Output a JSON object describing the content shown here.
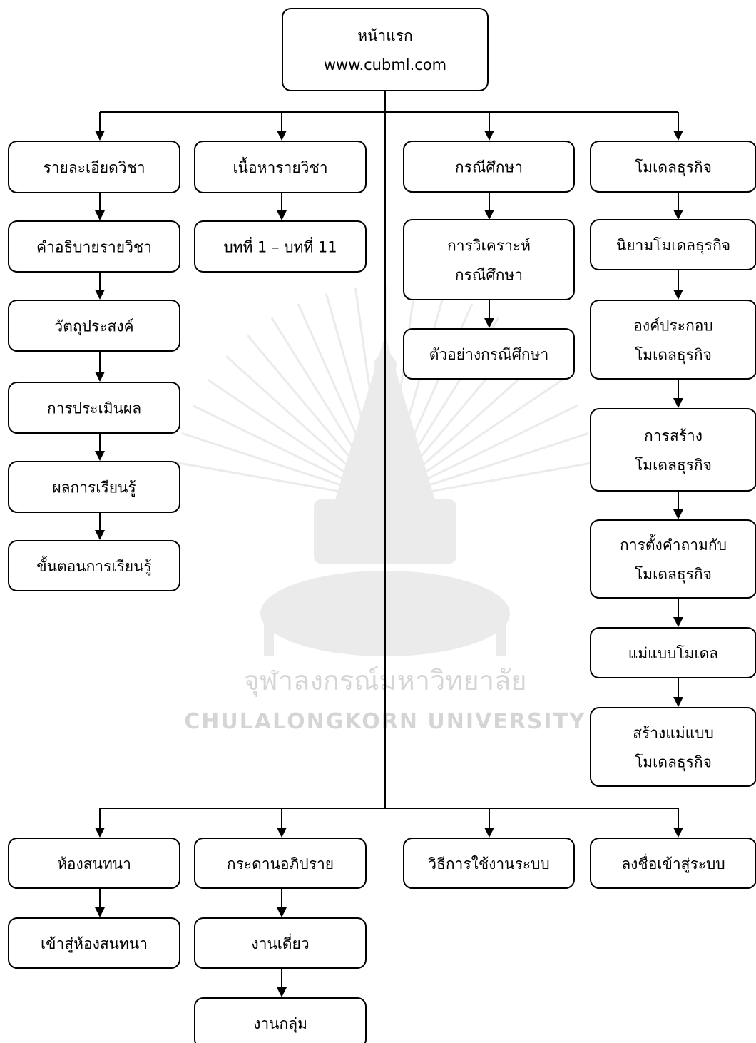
{
  "colors": {
    "line": "#000000",
    "box_fill": "#ffffff",
    "text": "#000000",
    "watermark": "#d8d8d8"
  },
  "watermark": {
    "icon": "chulalongkorn-emblem-icon",
    "thai_name": "จุฬาลงกรณ์มหาวิทยาลัย",
    "english_name": "Chulalongkorn University"
  },
  "nodes": {
    "home": [
      "หน้าแรก",
      "www.cubml.com"
    ],
    "course_detail": [
      "รายละเอียดวิชา"
    ],
    "course_description": [
      "คำอธิบายรายวิชา"
    ],
    "objectives": [
      "วัตถุประสงค์"
    ],
    "assessment": [
      "การประเมินผล"
    ],
    "learning_outcomes": [
      "ผลการเรียนรู้"
    ],
    "learning_process": [
      "ขั้นตอนการเรียนรู้"
    ],
    "course_content": [
      "เนื้อหารายวิชา"
    ],
    "chapters": [
      "บทที่ 1 – บทที่ 11"
    ],
    "case_study": [
      "กรณีศึกษา"
    ],
    "case_analysis": [
      "การวิเคราะห์",
      "กรณีศึกษา"
    ],
    "case_example": [
      "ตัวอย่างกรณีศึกษา"
    ],
    "business_model": [
      "โมเดลธุรกิจ"
    ],
    "bm_definition": [
      "นิยามโมเดลธุรกิจ"
    ],
    "bm_components": [
      "องค์ประกอบ",
      "โมเดลธุรกิจ"
    ],
    "bm_creation": [
      "การสร้าง",
      "โมเดลธุรกิจ"
    ],
    "bm_questions": [
      "การตั้งคำถามกับ",
      "โมเดลธุรกิจ"
    ],
    "bm_template": [
      "แม่แบบโมเดล"
    ],
    "bm_create_template": [
      "สร้างแม่แบบ",
      "โมเดลธุรกิจ"
    ],
    "chat_room": [
      "ห้องสนทนา"
    ],
    "enter_chat": [
      "เข้าสู่ห้องสนทนา"
    ],
    "discussion_board": [
      "กระดานอภิปราย"
    ],
    "individual_work": [
      "งานเดี่ยว"
    ],
    "group_work": [
      "งานกลุ่ม"
    ],
    "system_usage": [
      "วิธีการใช้งานระบบ"
    ],
    "login": [
      "ลงชื่อเข้าสู่ระบบ"
    ]
  }
}
